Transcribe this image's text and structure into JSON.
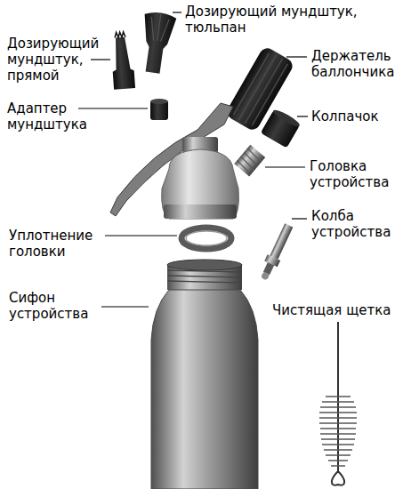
{
  "diagram": {
    "labels": [
      "Дозирующий мундштук, тюльпан",
      "Дозирующий мундштук, прямой",
      "Адаптер мундштука",
      "Держатель баллончика",
      "Колпачок",
      "Головка устройства",
      "Колба устройства",
      "Уплотнение головки",
      "Сифон устройства",
      "Чистящая щетка"
    ]
  }
}
